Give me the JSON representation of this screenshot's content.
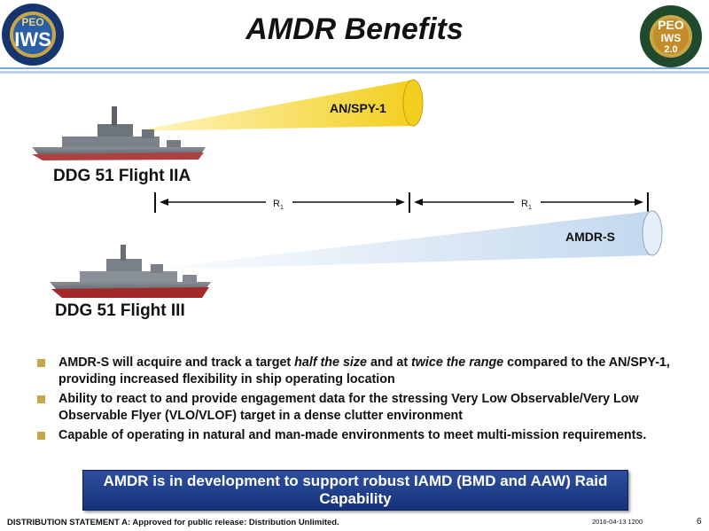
{
  "slide": {
    "title": "AMDR Benefits",
    "logo_left": {
      "line1": "PEO",
      "line2": "IWS"
    },
    "logo_right": {
      "line1": "PEO",
      "line2": "IWS",
      "line3": "2.0"
    }
  },
  "figure": {
    "ship1_label": "DDG 51 Flight IIA",
    "ship2_label": "DDG 51 Flight III",
    "beam1_label": "AN/SPY-1",
    "beam2_label": "AMDR-S",
    "range_label": "R",
    "range_subscript": "1"
  },
  "bullets": [
    {
      "parts": [
        {
          "text": "AMDR-S will acquire and track a target ",
          "italic": false
        },
        {
          "text": "half the size",
          "italic": true
        },
        {
          "text": " and at ",
          "italic": false
        },
        {
          "text": "twice the range",
          "italic": true
        },
        {
          "text": " compared to the AN/SPY-1, providing increased flexibility in ship operating location",
          "italic": false
        }
      ]
    },
    {
      "parts": [
        {
          "text": "Ability to react to and provide engagement data for the stressing Very Low Observable/Very Low Observable Flyer (VLO/VLOF) target in a dense clutter environment",
          "italic": false
        }
      ]
    },
    {
      "parts": [
        {
          "text": "Capable of operating in natural and man-made environments to meet multi-mission requirements.",
          "italic": false
        }
      ]
    }
  ],
  "banner": "AMDR is in development to support robust IAMD (BMD and AAW) Raid Capability",
  "footer": {
    "distribution": "DISTRIBUTION STATEMENT A:  Approved for public release: Distribution Unlimited.",
    "date": "2016-04-13 1200",
    "page": "6"
  },
  "colors": {
    "beam1": "#f2cf1f",
    "beam2": "#cfe1f1",
    "bullet": "#c8a64a",
    "banner": "#1f3d8a"
  }
}
